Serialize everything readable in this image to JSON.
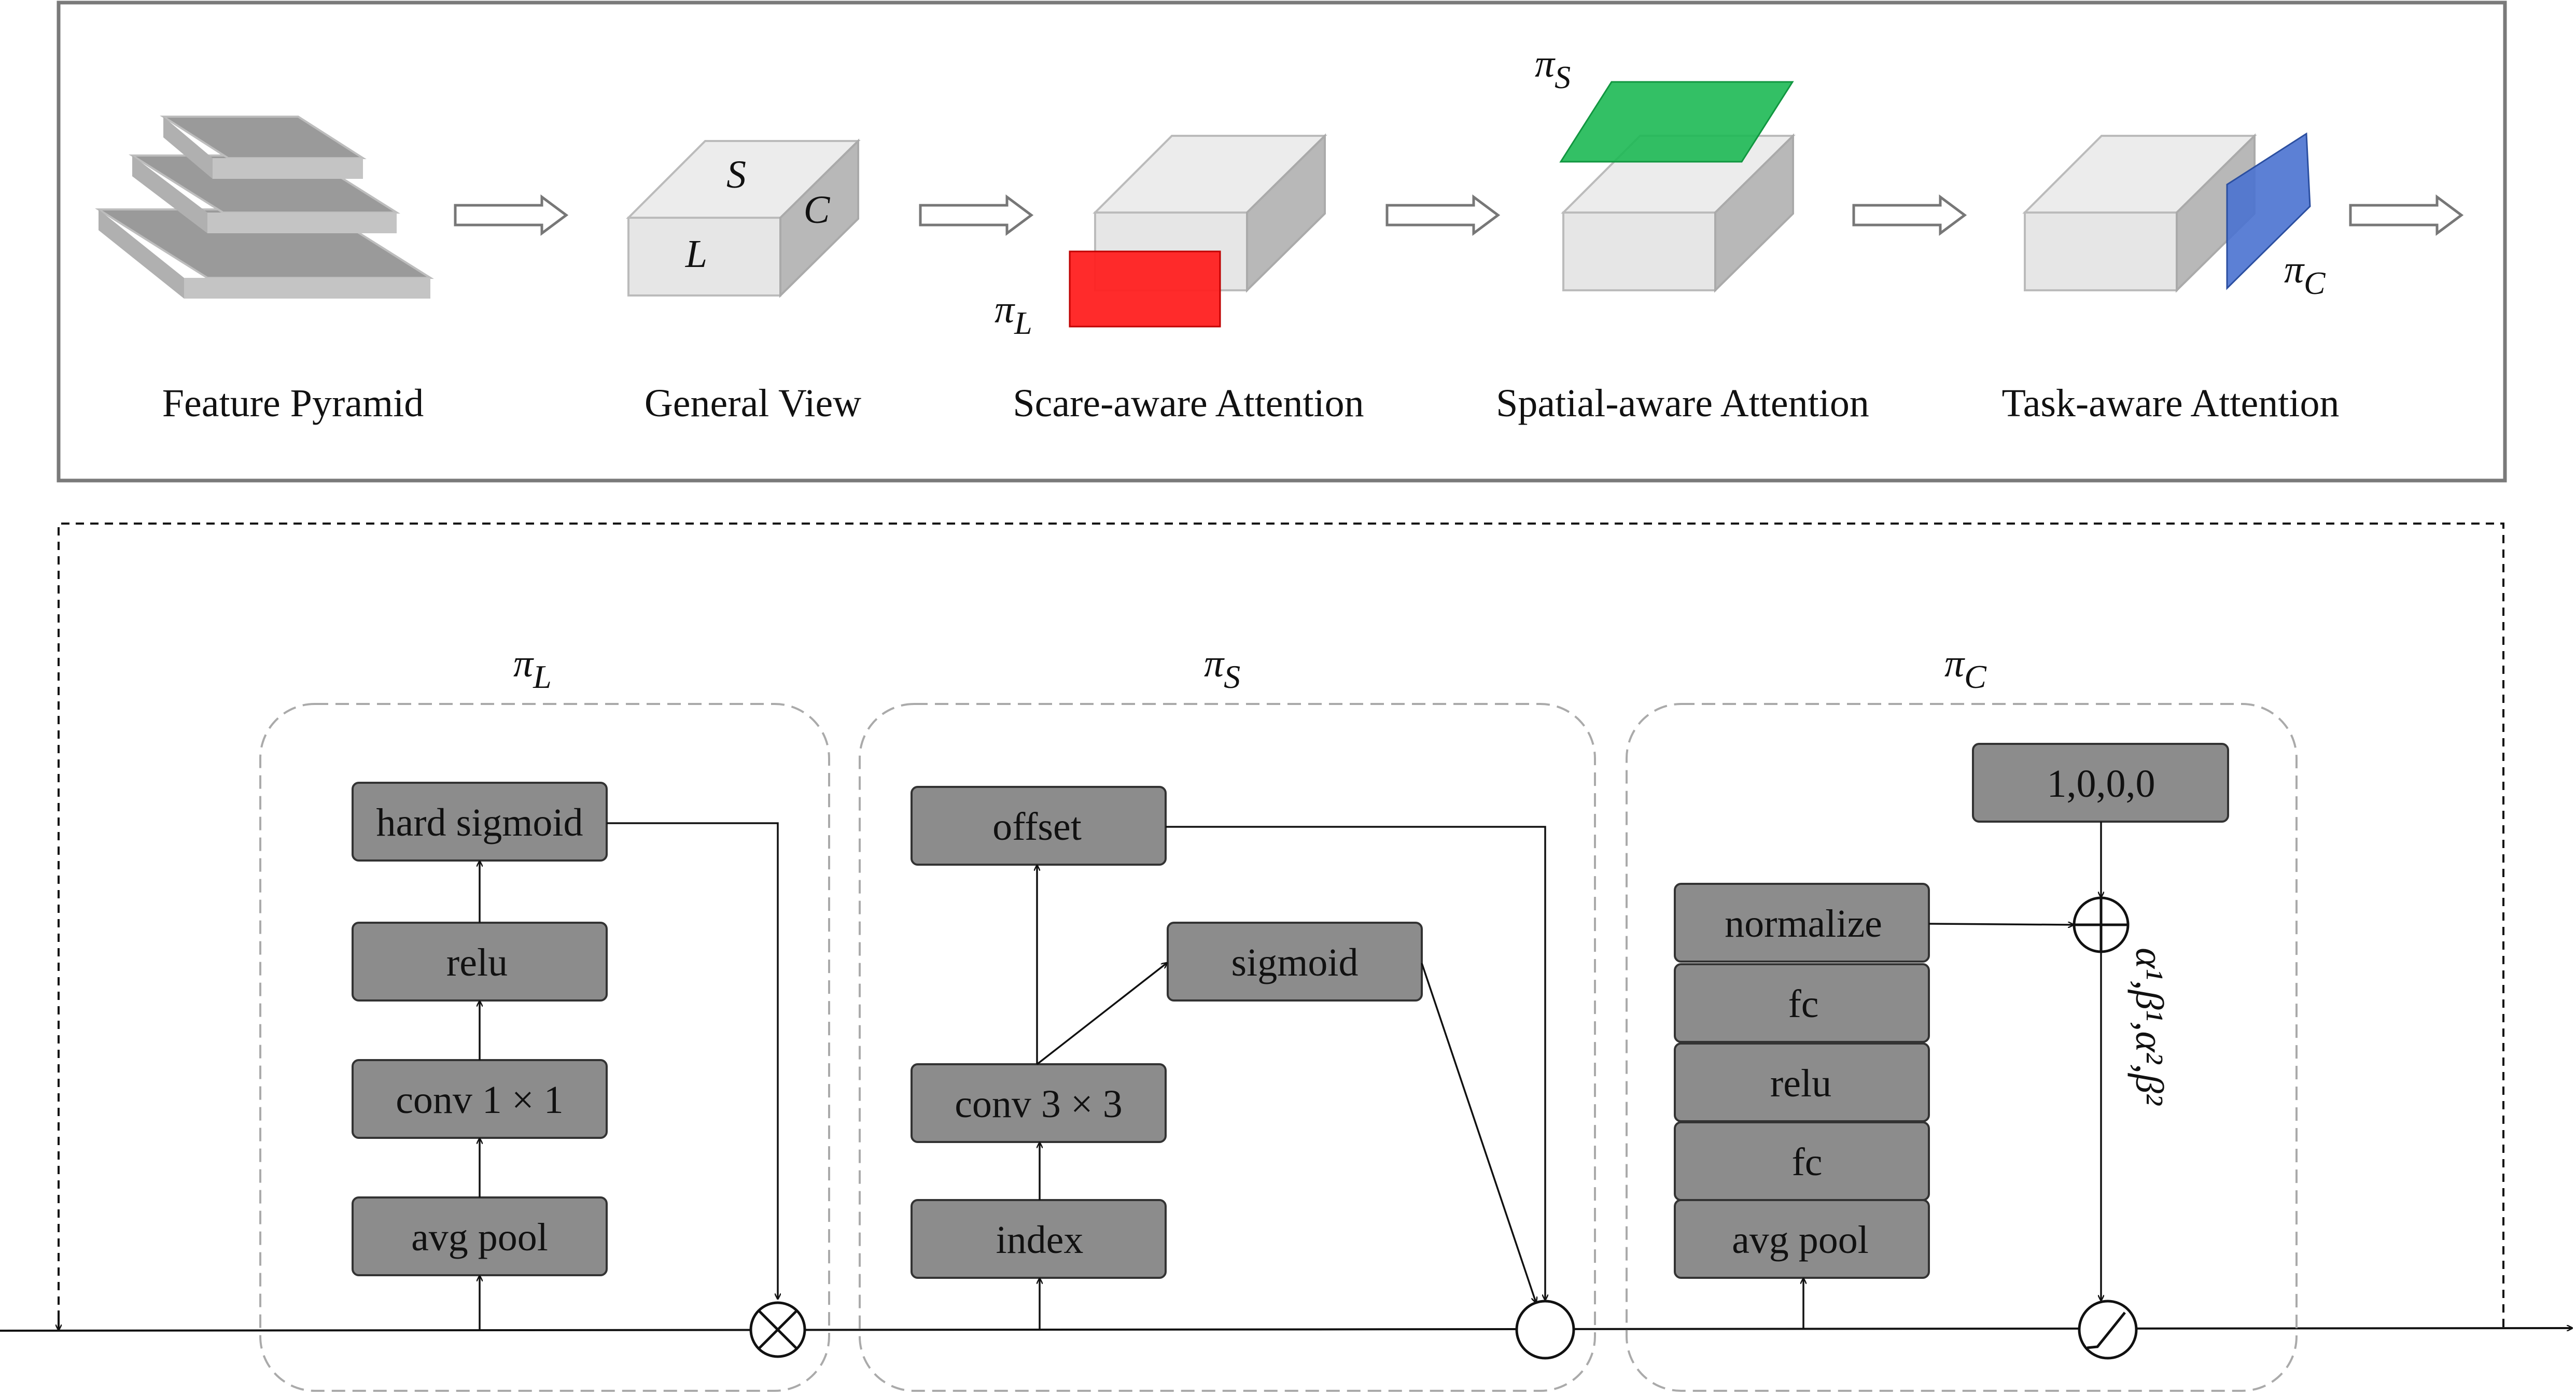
{
  "top_panel": {
    "stages": [
      {
        "caption": "Feature Pyramid"
      },
      {
        "caption": "General View",
        "face_labels": {
          "s": "S",
          "c": "C",
          "l": "L"
        }
      },
      {
        "caption": "Scare-aware Attention",
        "symbol": "π",
        "subscript": "L"
      },
      {
        "caption": "Spatial-aware Attention",
        "symbol": "π",
        "subscript": "S"
      },
      {
        "caption": "Task-aware Attention",
        "symbol": "π",
        "subscript": "C"
      }
    ]
  },
  "bottom_panel": {
    "scale_module": {
      "title_symbol": "π",
      "title_sub": "L",
      "blocks": {
        "b1": "hard sigmoid",
        "b2": "relu",
        "b3": "conv 1 × 1",
        "b4": "avg pool"
      },
      "operator": "multiply-icon"
    },
    "spatial_module": {
      "title_symbol": "π",
      "title_sub": "S",
      "blocks": {
        "offset": "offset",
        "sigmoid": "sigmoid",
        "conv": "conv 3 × 3",
        "index": "index"
      },
      "operator": "circle-node"
    },
    "task_module": {
      "title_symbol": "π",
      "title_sub": "C",
      "blocks": {
        "init": "1,0,0,0",
        "b1": "normalize",
        "b2": "fc",
        "b3": "relu",
        "b4": "fc",
        "b5": "avg pool"
      },
      "coeff_label": "α¹,β¹,α²,β²",
      "operators": [
        "plus-icon",
        "activation-icon"
      ]
    }
  },
  "colors": {
    "block_fill": "#8c8c8c",
    "scale_attention": "#ff2020",
    "spatial_attention": "#1db954",
    "task_attention": "#4a72d0",
    "panel_border": "#7a7a7a"
  }
}
